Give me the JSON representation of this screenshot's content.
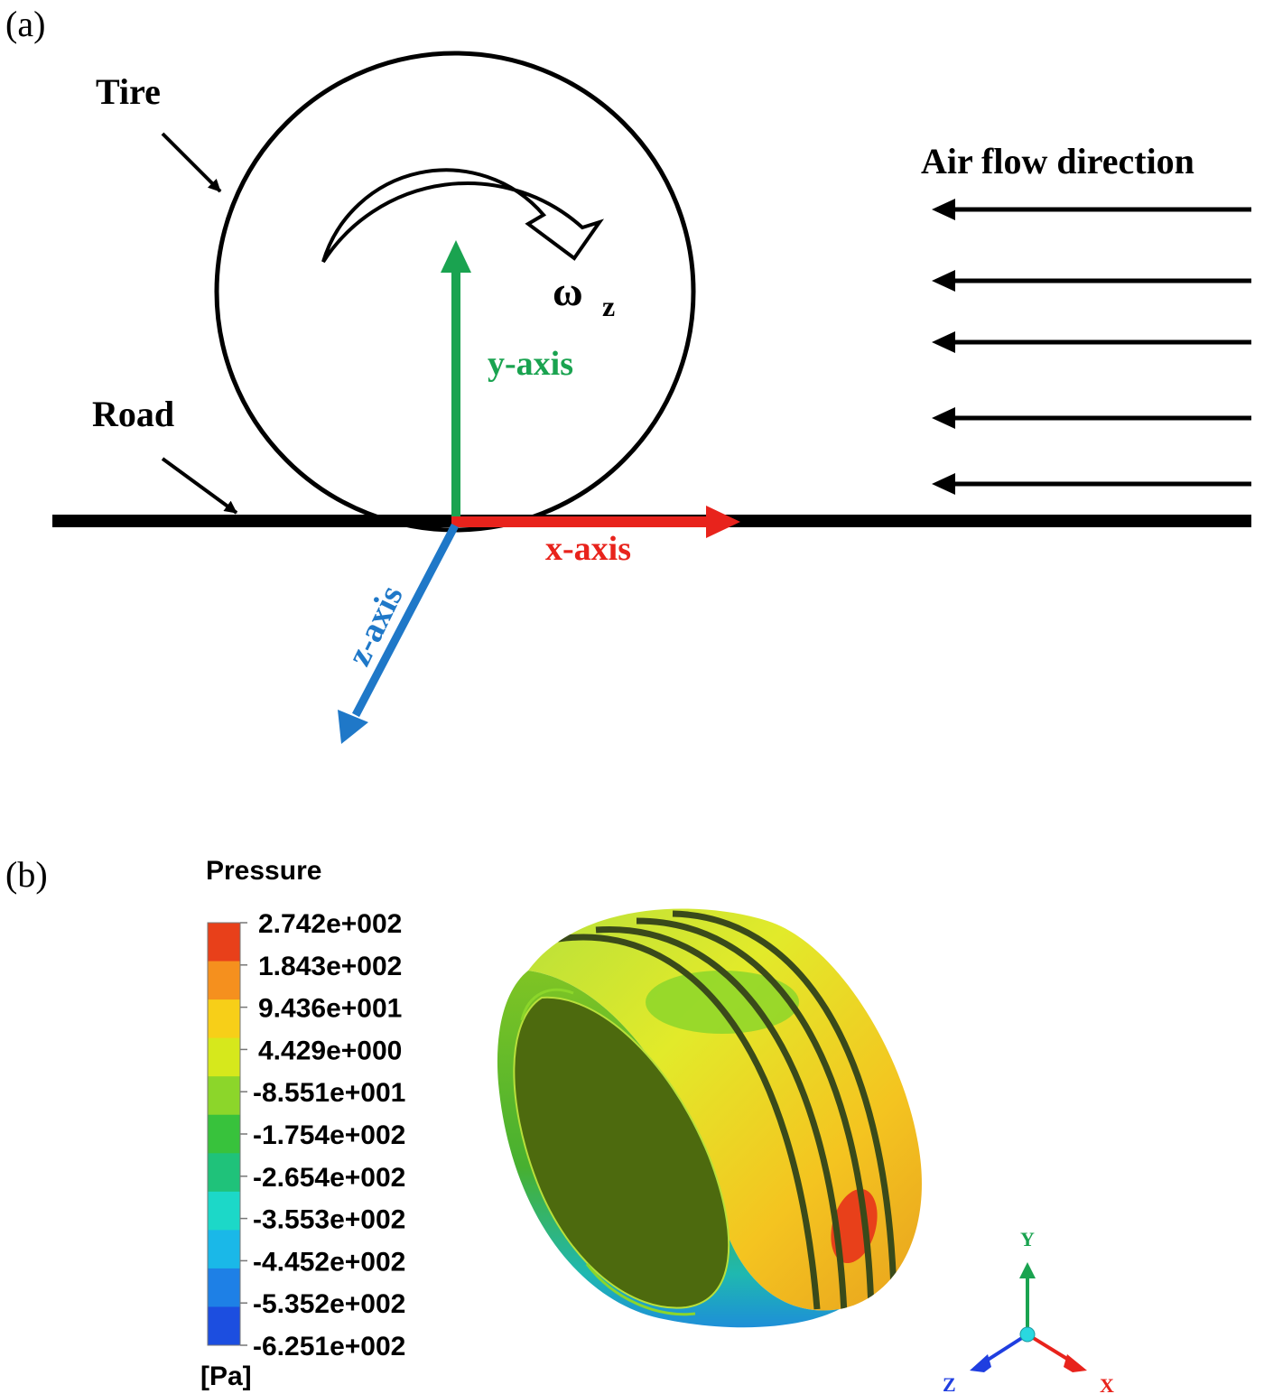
{
  "panel_a": {
    "label": "(a)",
    "tire_label": "Tire",
    "road_label": "Road",
    "air_flow_label": "Air flow direction",
    "rotation_label": "ω",
    "rotation_subscript": "z",
    "y_axis_label": "y-axis",
    "x_axis_label": "x-axis",
    "z_axis_label": "z-axis"
  },
  "panel_b": {
    "label": "(b)",
    "legend_title": "Pressure",
    "legend_unit": "[Pa]",
    "legend_values": [
      "2.742e+002",
      "1.843e+002",
      "9.436e+001",
      "4.429e+000",
      "-8.551e+001",
      "-1.754e+002",
      "-2.654e+002",
      "-3.553e+002",
      "-4.452e+002",
      "-5.352e+002",
      "-6.251e+002"
    ],
    "triad": {
      "y": "Y",
      "x": "X",
      "z": "Z"
    }
  },
  "colors": {
    "x_axis": "#e8231c",
    "y_axis": "#1aa350",
    "z_axis": "#1f78c8",
    "legend_bands": [
      "#e8401a",
      "#f5901e",
      "#f7cf18",
      "#d6e81c",
      "#8cd62a",
      "#38c23c",
      "#1fc27a",
      "#1cd8c8",
      "#1ab8e8",
      "#1e80e6",
      "#1c4ee0"
    ]
  }
}
